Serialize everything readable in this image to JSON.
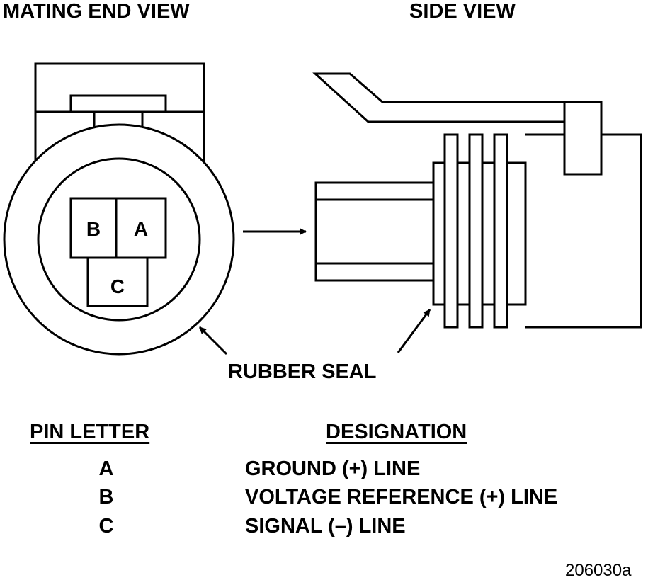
{
  "titles": {
    "mating_end_view": "MATING END VIEW",
    "side_view": "SIDE VIEW"
  },
  "callouts": {
    "rubber_seal": "RUBBER SEAL"
  },
  "pins_on_face": [
    "B",
    "A",
    "C"
  ],
  "table": {
    "headers": {
      "pin_letter": "PIN LETTER",
      "designation": "DESIGNATION"
    },
    "rows": [
      {
        "pin": "A",
        "designation": "GROUND (+) LINE"
      },
      {
        "pin": "B",
        "designation": "VOLTAGE REFERENCE (+) LINE"
      },
      {
        "pin": "C",
        "designation": "SIGNAL (–) LINE"
      }
    ]
  },
  "figure_id": "206030a",
  "colors": {
    "line": "#000000",
    "background": "#ffffff"
  }
}
